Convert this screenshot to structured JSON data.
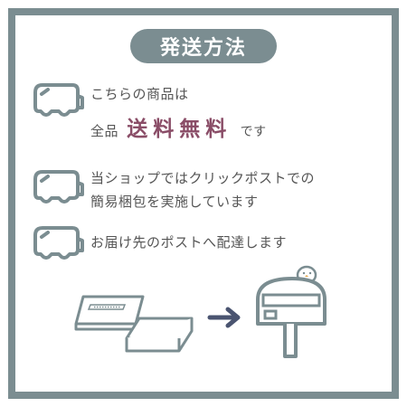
{
  "header": {
    "title": "発送方法"
  },
  "rows": [
    {
      "icon": "truck-icon",
      "line1": "こちらの商品は",
      "line2_prefix": "全品",
      "line2_highlight": "送料無料",
      "line2_suffix": "です"
    },
    {
      "icon": "truck-icon",
      "line1": "当ショップではクリックポストでの",
      "line2": "簡易梱包を実施しています"
    },
    {
      "icon": "truck-icon",
      "line1": "お届け先のポストへ配達します"
    }
  ],
  "colors": {
    "frame": "#7b8d91",
    "text": "#555555",
    "highlight": "#8a4d67",
    "arrow": "#4a5470"
  },
  "illustration": {
    "left": "package-icon",
    "middle": "arrow-right-icon",
    "right": "mailbox-icon"
  }
}
